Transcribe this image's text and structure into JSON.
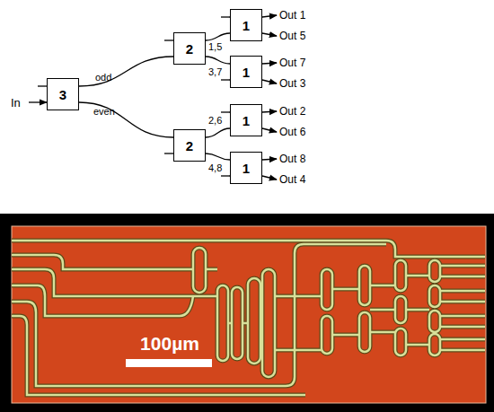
{
  "diagram": {
    "nodes": [
      {
        "text": [
          "3"
        ]
      },
      {
        "text": [
          "2"
        ]
      },
      {
        "text": [
          "2"
        ]
      },
      {
        "text": [
          "1"
        ]
      },
      {
        "text": [
          "1"
        ]
      },
      {
        "text": [
          "1"
        ]
      },
      {
        "text": [
          "1"
        ]
      }
    ],
    "edges": [
      {
        "from": 0,
        "to": 1,
        "label": "odd",
        "arrow": "none"
      },
      {
        "from": 0,
        "to": 2,
        "label": "even",
        "arrow": "none"
      },
      {
        "from": 1,
        "to": 3,
        "label": "1,5",
        "arrow": "none"
      },
      {
        "from": 1,
        "to": 4,
        "label": "3,7",
        "arrow": "none"
      },
      {
        "from": 2,
        "to": 5,
        "label": "2,6",
        "arrow": "none"
      },
      {
        "from": 2,
        "to": 6,
        "label": "4,8",
        "arrow": "none"
      }
    ],
    "labels": [
      "In",
      "Out 1",
      "Out 5",
      "Out 7",
      "Out 3",
      "Out 2",
      "Out 6",
      "Out 8",
      "Out 4",
      "100µm"
    ]
  }
}
